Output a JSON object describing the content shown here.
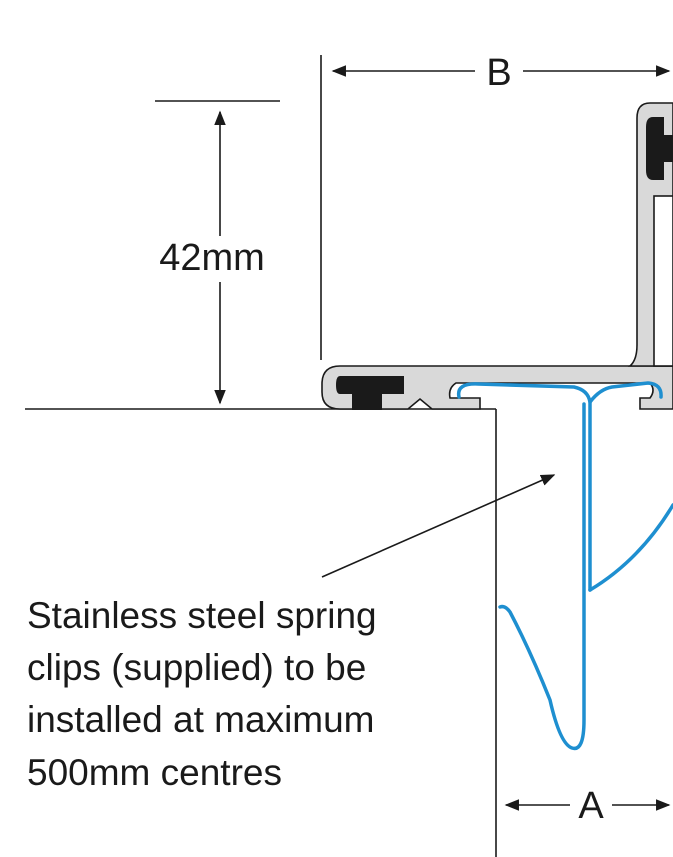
{
  "dimensions": {
    "height_label": "42mm",
    "width_top_label": "B",
    "width_bottom_label": "A"
  },
  "note": {
    "lines": [
      "Stainless steel spring",
      "clips (supplied) to be",
      "installed at maximum",
      "500mm centres"
    ]
  },
  "colors": {
    "clip": "#1e8fd0",
    "profile_fill": "#d9d9d9",
    "line": "#1a1a1a",
    "gasket": "#1a1a1a"
  }
}
